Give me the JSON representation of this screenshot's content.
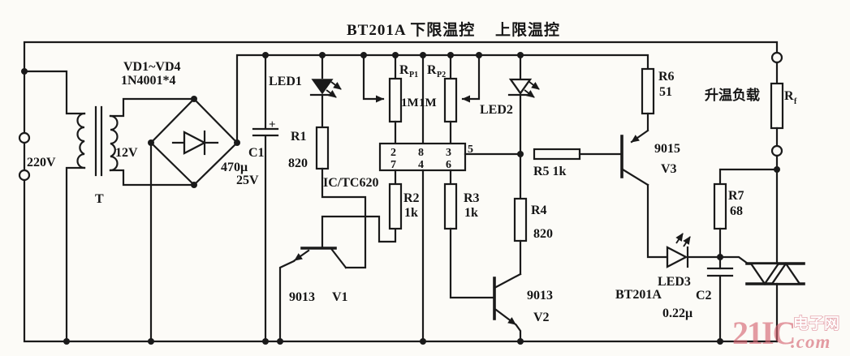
{
  "title": {
    "left": "BT201A 下限温控",
    "right": "上限温控"
  },
  "power": {
    "mains": "220V",
    "transformer": "T",
    "secondary": "12V",
    "bridge_name": "VD1~VD4",
    "bridge_part": "1N4001*4"
  },
  "c1": {
    "plus": "+",
    "name": "C1",
    "value": "470μ",
    "voltage": "25V"
  },
  "ic": {
    "name": "IC/TC620",
    "pin2": "2",
    "pin8": "8",
    "pin3": "3",
    "pin5": "5",
    "pin7": "7",
    "pin4": "4",
    "pin6": "6"
  },
  "rp1": {
    "prefix": "R",
    "sub": "P1",
    "value": "1M"
  },
  "rp2": {
    "prefix": "R",
    "sub": "P2",
    "value": "1M"
  },
  "r1": {
    "name": "R1",
    "value": "820"
  },
  "r2": {
    "name": "R2",
    "value": "1k"
  },
  "r3": {
    "name": "R3",
    "value": "1k"
  },
  "r4": {
    "name": "R4",
    "value": "820"
  },
  "r5": {
    "label": "R5 1k"
  },
  "r6": {
    "name": "R6",
    "value": "51"
  },
  "r7": {
    "name": "R7",
    "value": "68"
  },
  "rf": {
    "prefix": "R",
    "sub": "f"
  },
  "load": {
    "label": "升温负载"
  },
  "led1": {
    "label": "LED1"
  },
  "led2": {
    "label": "LED2"
  },
  "led3": {
    "label": "LED3"
  },
  "v1": {
    "part": "9013",
    "name": "V1"
  },
  "v2": {
    "part": "9013",
    "name": "V2"
  },
  "v3": {
    "part": "9015",
    "name": "V3"
  },
  "triac": {
    "part": "BT201A"
  },
  "c2": {
    "name": "C2",
    "value": "0.22μ"
  },
  "watermark": {
    "brand": "21IC",
    "site": "电子网",
    "tld": ".com"
  }
}
